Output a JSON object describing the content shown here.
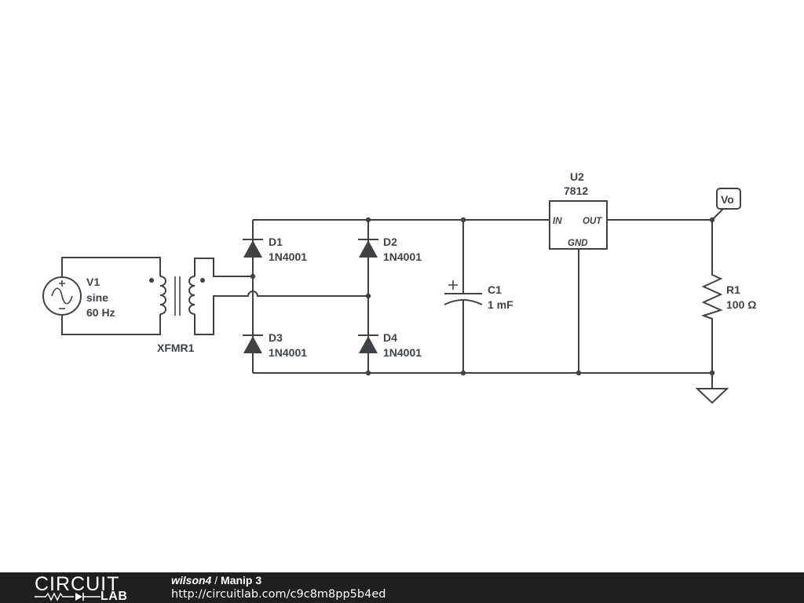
{
  "components": {
    "V1": {
      "ref": "V1",
      "type": "sine",
      "freq": "60 Hz"
    },
    "XFMR1": {
      "ref": "XFMR1"
    },
    "D1": {
      "ref": "D1",
      "part": "1N4001"
    },
    "D2": {
      "ref": "D2",
      "part": "1N4001"
    },
    "D3": {
      "ref": "D3",
      "part": "1N4001"
    },
    "D4": {
      "ref": "D4",
      "part": "1N4001"
    },
    "C1": {
      "ref": "C1",
      "value": "1 mF"
    },
    "U2": {
      "ref": "U2",
      "part": "7812",
      "pin_in": "IN",
      "pin_out": "OUT",
      "pin_gnd": "GND"
    },
    "R1": {
      "ref": "R1",
      "value": "100 Ω"
    },
    "Vo": {
      "label": "Vo"
    }
  },
  "footer": {
    "logo_top": "CIRCUIT",
    "logo_bottom": "LAB",
    "user": "wilson4",
    "separator": " / ",
    "title": "Manip 3",
    "url": "http://circuitlab.com/c9c8m8pp5b4ed"
  },
  "colors": {
    "wire": "#3d4347",
    "footer_bg": "#1d1f20",
    "footer_text": "#ffffff"
  }
}
